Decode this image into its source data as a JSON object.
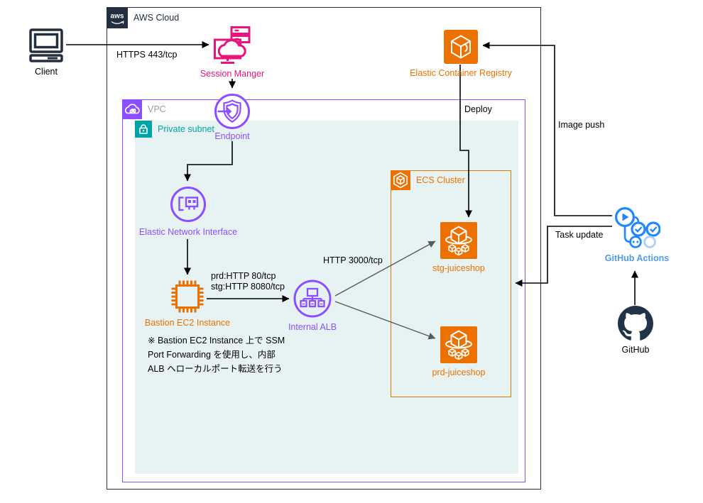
{
  "containers": {
    "aws_cloud": {
      "label": "AWS Cloud",
      "logo": "aws"
    },
    "vpc": {
      "label": "VPC"
    },
    "private_subnet": {
      "label": "Private subnet"
    },
    "ecs_cluster": {
      "label": "ECS Cluster"
    }
  },
  "nodes": {
    "client": {
      "label": "Client"
    },
    "session_manager": {
      "label": "Session Manger"
    },
    "ecr": {
      "label": "Elastic Container Registry"
    },
    "endpoint": {
      "label": "Endpoint"
    },
    "eni": {
      "label": "Elastic Network Interface"
    },
    "bastion": {
      "label": "Bastion EC2 Instance"
    },
    "alb": {
      "label": "Internal ALB"
    },
    "stg_juiceshop": {
      "label": "stg-juiceshop"
    },
    "prd_juiceshop": {
      "label": "prd-juiceshop"
    },
    "github_actions": {
      "label": "GitHub Actions"
    },
    "github": {
      "label": "GitHub"
    }
  },
  "edge_labels": {
    "https": "HTTPS 443/tcp",
    "http3000": "HTTP 3000/tcp",
    "prd_http": "prd:HTTP 80/tcp",
    "stg_http": "stg:HTTP 8080/tcp",
    "deploy": "Deploy",
    "image_push": "Image push",
    "task_update": "Task update"
  },
  "note": {
    "line1": "※ Bastion EC2 Instance 上で SSM",
    "line2": "Port Forwarding を使用し、内部",
    "line3": "ALB ヘローカルポート転送を行う"
  },
  "colors": {
    "aws_dark": "#232F3E",
    "orange": "#ED7100",
    "ecs_border_orange": "#E07700",
    "pink": "#E7157B",
    "purple": "#8C4FFF",
    "teal": "#00A4A6",
    "subnet_bg": "#E7F3F3",
    "github_blue": "#2088FF",
    "github_light_blue": "#A9CFFF",
    "github_dark": "#213447",
    "edge_gray": "#595959",
    "edge_black": "#000000"
  }
}
